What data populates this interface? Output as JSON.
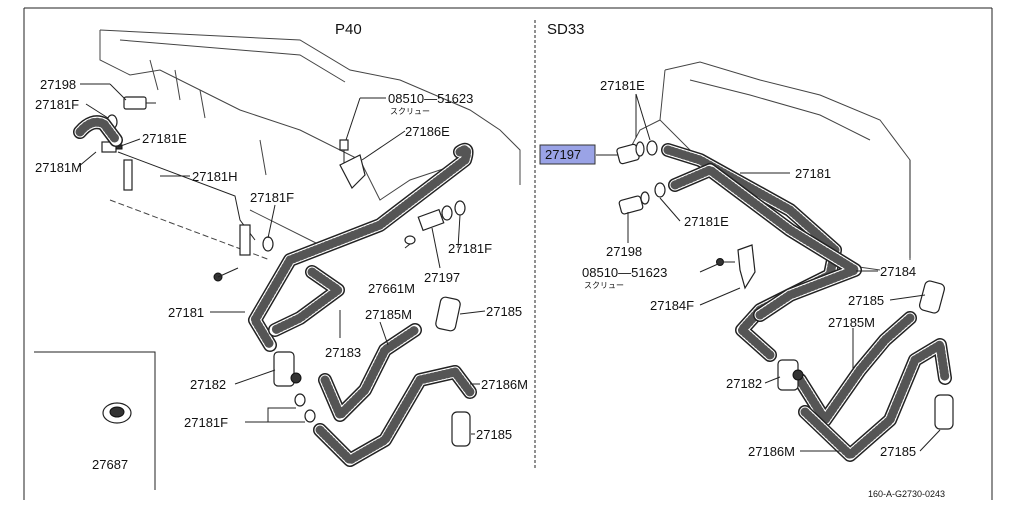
{
  "headers": {
    "left": "P40",
    "right": "SD33"
  },
  "highlight_color": "#9aa3e6",
  "footer": {
    "code": "160-A-G2730-0243"
  },
  "labels": {
    "l_27198": "27198",
    "l_27181F_a": "27181F",
    "l_27181E_a": "27181E",
    "l_27181M": "27181M",
    "l_27181H": "27181H",
    "l_08510_a": "08510—51623",
    "l_screw_a": "スクリュー",
    "l_27186E": "27186E",
    "l_27181F_b": "27181F",
    "l_27181F_c": "27181F",
    "l_27661M": "27661M",
    "l_27197_a": "27197",
    "l_27181_a": "27181",
    "l_27185M_a": "27185M",
    "l_27185_a": "27185",
    "l_27183": "27183",
    "l_27182_a": "27182",
    "l_27186M_a": "27186M",
    "l_27181F_d": "27181F",
    "l_27185_b": "27185",
    "l_27687": "27687",
    "l_27181E_b": "27181E",
    "l_27197_b": "27197",
    "l_27181_b": "27181",
    "l_27181E_c": "27181E",
    "l_27198_b": "27198",
    "l_08510_b": "08510—51623",
    "l_screw_b": "スクリュー",
    "l_27184": "27184",
    "l_27185_c": "27185",
    "l_27184F": "27184F",
    "l_27185M_b": "27185M",
    "l_27182_b": "27182",
    "l_27186M_b": "27186M",
    "l_27185_d": "27185"
  }
}
